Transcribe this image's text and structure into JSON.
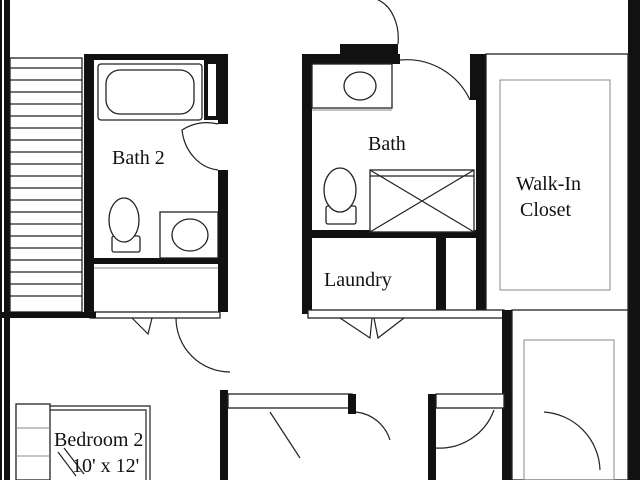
{
  "plan": {
    "rooms": {
      "bath2": "Bath 2",
      "bath": "Bath",
      "walkin_line1": "Walk-In",
      "walkin_line2": "Closet",
      "laundry": "Laundry",
      "bedroom2": "Bedroom 2",
      "bedroom2_size": "10' x 12'"
    }
  }
}
